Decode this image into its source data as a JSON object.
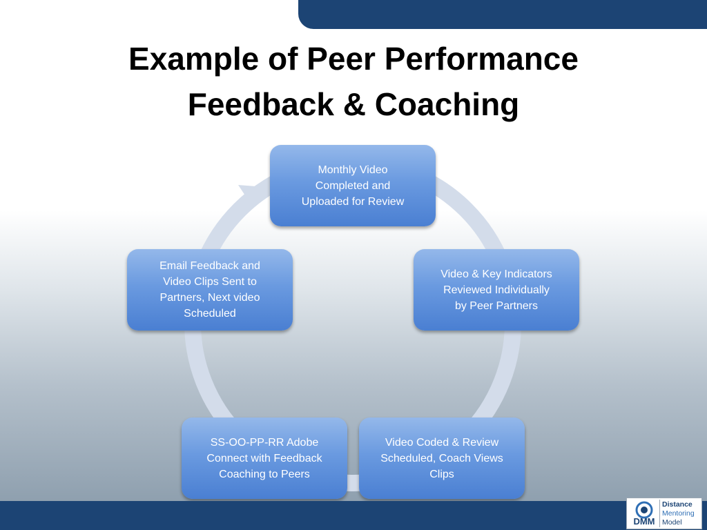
{
  "slide": {
    "title_line1": "Example of  Peer Performance",
    "title_line2": "Feedback & Coaching"
  },
  "cycle": {
    "steps": [
      {
        "label": "Monthly Video\nCompleted and\nUploaded for Review"
      },
      {
        "label": "Video & Key Indicators\nReviewed  Individually\nby Peer Partners"
      },
      {
        "label": "Video Coded & Review\nScheduled, Coach Views\nClips"
      },
      {
        "label": "SS-OO-PP-RR Adobe\nConnect with Feedback\nCoaching to Peers"
      },
      {
        "label": "Email Feedback and\nVideo Clips Sent to\nPartners, Next video\nScheduled"
      }
    ]
  },
  "logo": {
    "letters": "DMM",
    "line1": "Distance",
    "line2": "Mentoring",
    "line3": "Model"
  },
  "colors": {
    "banner": "#1c4474",
    "node_top": "#94b8ea",
    "node_bottom": "#4a7fd2",
    "cycle_arrow": "#d3dcea"
  }
}
